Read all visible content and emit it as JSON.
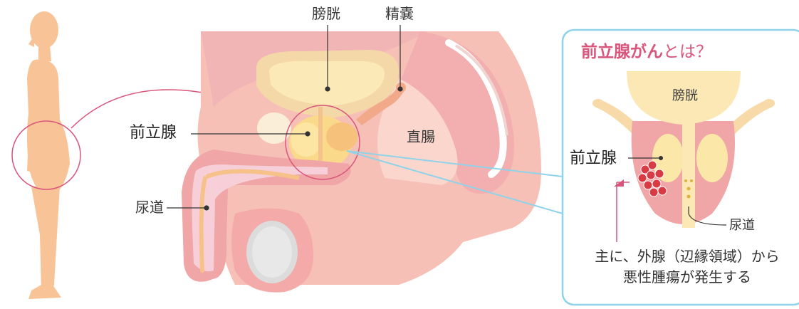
{
  "labels": {
    "bladder_main": "膀胱",
    "seminal_vesicle": "精嚢",
    "prostate_main": "前立腺",
    "rectum": "直腸",
    "urethra_main": "尿道"
  },
  "panel": {
    "title_highlight": "前立腺がん",
    "title_rest": "とは？",
    "bladder": "膀胱",
    "prostate": "前立腺",
    "urethra": "尿道",
    "note_line1": "主に、外腺（辺縁領域）から",
    "note_line2": "悪性腫瘍が発生する"
  },
  "colors": {
    "skin": "#f8c396",
    "accent_pink": "#d9557b",
    "panel_border": "#8fd3ea",
    "tissue_pink": "#f0a5a7",
    "prostate_yellow": "#fbd98a",
    "tumor_red": "#d93b44"
  }
}
